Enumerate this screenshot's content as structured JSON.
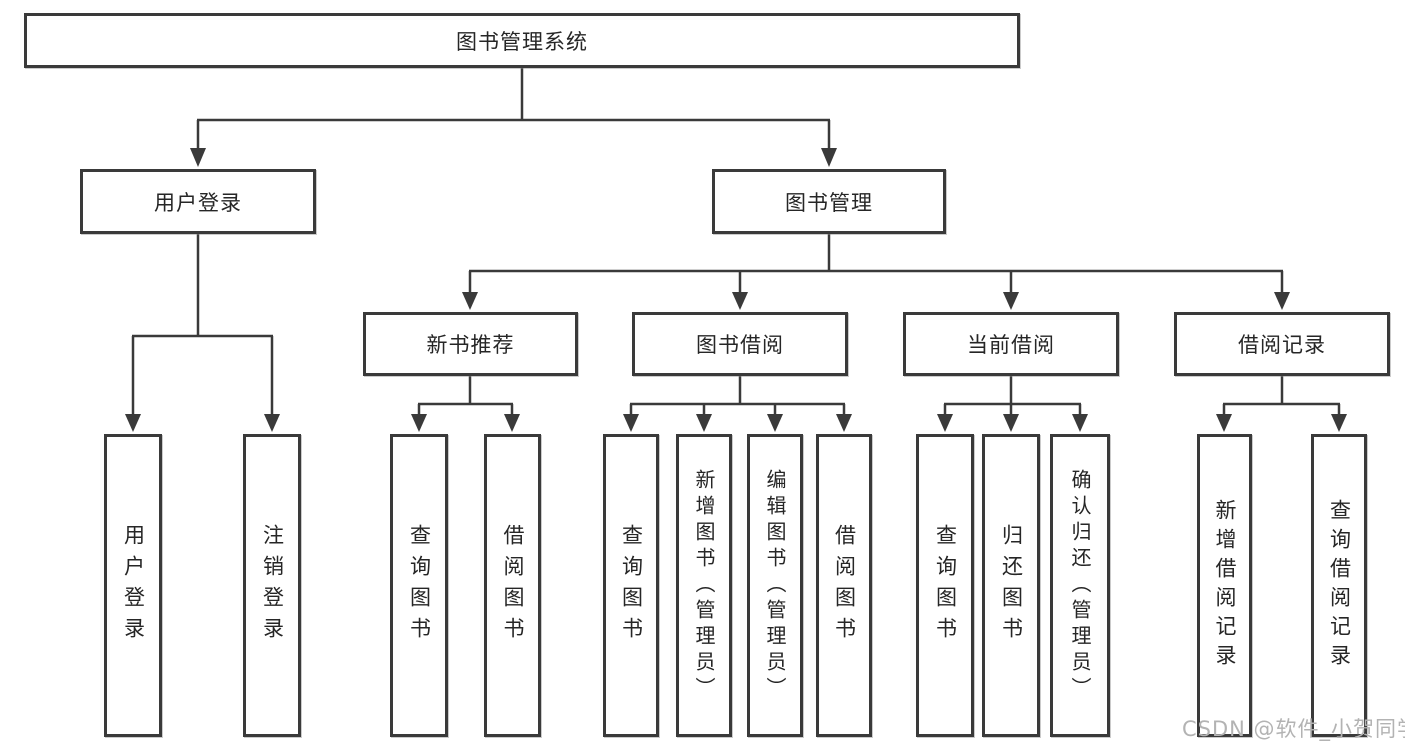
{
  "tree": {
    "root": {
      "label": "图书管理系统"
    },
    "children": [
      {
        "label": "用户登录",
        "children": [
          {
            "label": "用户登录"
          },
          {
            "label": "注销登录"
          }
        ]
      },
      {
        "label": "图书管理",
        "children": [
          {
            "label": "新书推荐",
            "children": [
              {
                "label": "查询图书"
              },
              {
                "label": "借阅图书"
              }
            ]
          },
          {
            "label": "图书借阅",
            "children": [
              {
                "label": "查询图书"
              },
              {
                "label": "新增图书（管理员）"
              },
              {
                "label": "编辑图书（管理员）"
              },
              {
                "label": "借阅图书"
              }
            ]
          },
          {
            "label": "当前借阅",
            "children": [
              {
                "label": "查询图书"
              },
              {
                "label": "归还图书"
              },
              {
                "label": "确认归还（管理员）"
              }
            ]
          },
          {
            "label": "借阅记录",
            "children": [
              {
                "label": "新增借阅记录"
              },
              {
                "label": "查询借阅记录"
              }
            ]
          }
        ]
      }
    ]
  },
  "watermark": {
    "text": "CSDN @软件_小贺同学"
  },
  "colors": {
    "line": "#3a3a3a",
    "box_border": "#3a3a3a",
    "box_background": "#ffffff",
    "text": "#262626",
    "watermark": "#b3b3b3",
    "page_background": "#ffffff"
  }
}
